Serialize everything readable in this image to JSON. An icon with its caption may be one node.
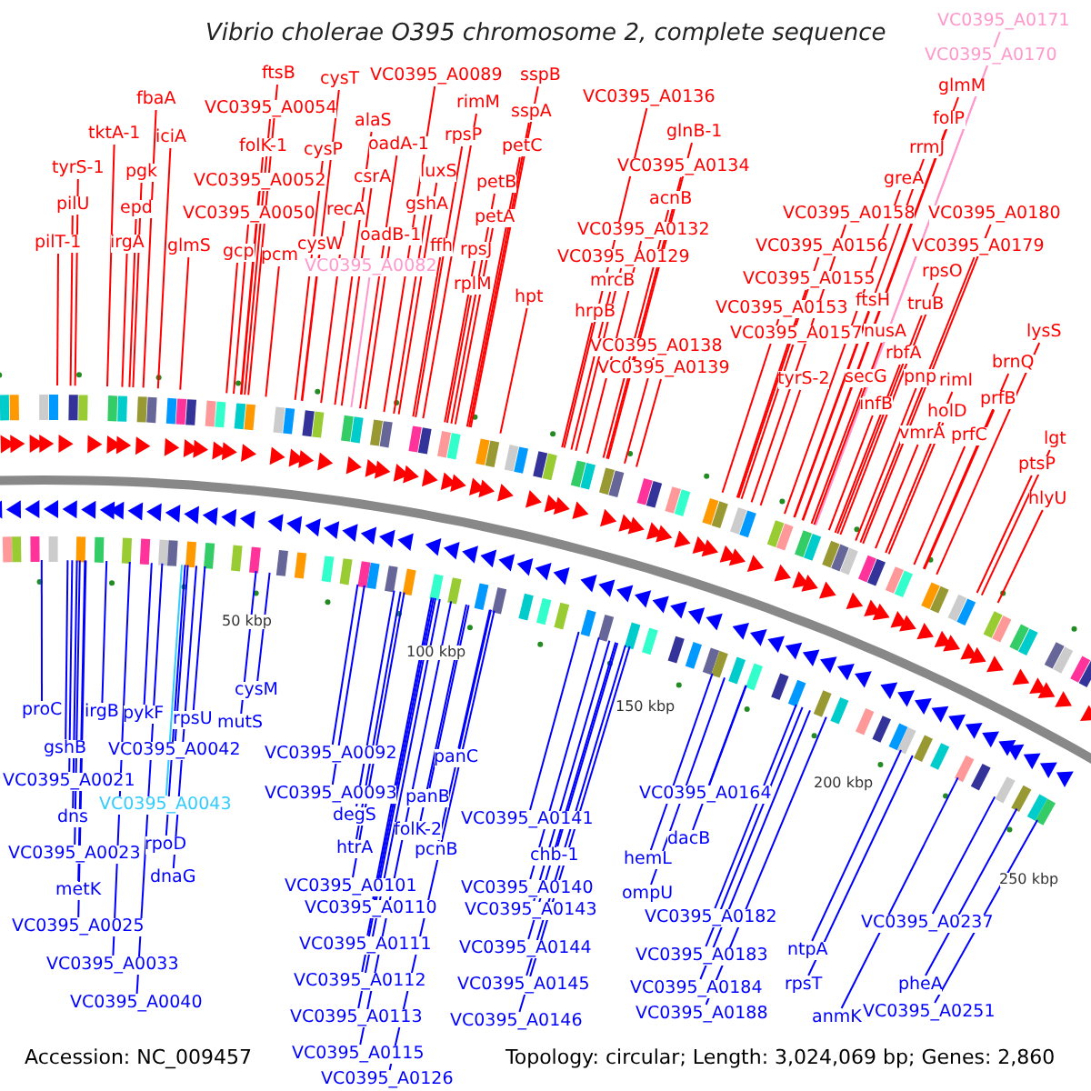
{
  "diagram": {
    "title": "Vibrio cholerae O395 chromosome 2, complete sequence",
    "nodes": [
      {
        "text": [
          "pilT-1"
        ]
      },
      {
        "text": [
          "pilU"
        ]
      },
      {
        "text": [
          "tyrS-1"
        ]
      },
      {
        "text": [
          "tktA-1"
        ]
      },
      {
        "text": [
          "fbaA"
        ]
      },
      {
        "text": [
          "iciA"
        ]
      },
      {
        "text": [
          "pgk"
        ]
      },
      {
        "text": [
          "epd"
        ]
      },
      {
        "text": [
          "irgA"
        ]
      },
      {
        "text": [
          "glmS"
        ]
      },
      {
        "text": [
          "ftsB"
        ]
      },
      {
        "text": [
          "VC0395_A0054"
        ]
      },
      {
        "text": [
          "folK-1"
        ]
      },
      {
        "text": [
          "VC0395_A0052"
        ]
      },
      {
        "text": [
          "VC0395_A0050"
        ]
      },
      {
        "text": [
          "gcp"
        ]
      },
      {
        "text": [
          "pcm"
        ]
      },
      {
        "text": [
          "cysT"
        ]
      },
      {
        "text": [
          "cysP"
        ]
      },
      {
        "text": [
          "recA"
        ]
      },
      {
        "text": [
          "cysW"
        ]
      },
      {
        "text": [
          "alaS"
        ]
      },
      {
        "text": [
          "oadA-1"
        ]
      },
      {
        "text": [
          "csrA"
        ]
      },
      {
        "text": [
          "oadB-1"
        ]
      },
      {
        "text": [
          "VC0395_A0082"
        ]
      },
      {
        "text": [
          "VC0395_A0089"
        ]
      },
      {
        "text": [
          "rimM"
        ]
      },
      {
        "text": [
          "rpsP"
        ]
      },
      {
        "text": [
          "luxS"
        ]
      },
      {
        "text": [
          "gshA"
        ]
      },
      {
        "text": [
          "ffh"
        ]
      },
      {
        "text": [
          "rpsJ"
        ]
      },
      {
        "text": [
          "rplM"
        ]
      },
      {
        "text": [
          "sspB"
        ]
      },
      {
        "text": [
          "sspA"
        ]
      },
      {
        "text": [
          "petC"
        ]
      },
      {
        "text": [
          "petB"
        ]
      },
      {
        "text": [
          "petA"
        ]
      },
      {
        "text": [
          "hpt"
        ]
      },
      {
        "text": [
          "VC0395_A0136"
        ]
      },
      {
        "text": [
          "glnB-1"
        ]
      },
      {
        "text": [
          "VC0395_A0134"
        ]
      },
      {
        "text": [
          "acnB"
        ]
      },
      {
        "text": [
          "VC0395_A0132"
        ]
      },
      {
        "text": [
          "VC0395_A0129"
        ]
      },
      {
        "text": [
          "mrcB"
        ]
      },
      {
        "text": [
          "hrpB"
        ]
      },
      {
        "text": [
          "VC0395_A0138"
        ]
      },
      {
        "text": [
          "VC0395_A0139"
        ]
      },
      {
        "text": [
          "VC0395_A0171"
        ]
      },
      {
        "text": [
          "VC0395_A0170"
        ]
      },
      {
        "text": [
          "glmM"
        ]
      },
      {
        "text": [
          "folP"
        ]
      },
      {
        "text": [
          "rrmJ"
        ]
      },
      {
        "text": [
          "greA"
        ]
      },
      {
        "text": [
          "VC0395_A0158"
        ]
      },
      {
        "text": [
          "VC0395_A0180"
        ]
      },
      {
        "text": [
          "VC0395_A0156"
        ]
      },
      {
        "text": [
          "VC0395_A0179"
        ]
      },
      {
        "text": [
          "VC0395_A0155"
        ]
      },
      {
        "text": [
          "rpsO"
        ]
      },
      {
        "text": [
          "VC0395_A0153"
        ]
      },
      {
        "text": [
          "ftsH"
        ]
      },
      {
        "text": [
          "truB"
        ]
      },
      {
        "text": [
          "VC0395_A0157"
        ]
      },
      {
        "text": [
          "nusA"
        ]
      },
      {
        "text": [
          "lysS"
        ]
      },
      {
        "text": [
          "rbfA"
        ]
      },
      {
        "text": [
          "brnQ"
        ]
      },
      {
        "text": [
          "tyrS-2"
        ]
      },
      {
        "text": [
          "secG"
        ]
      },
      {
        "text": [
          "pnp"
        ]
      },
      {
        "text": [
          "rimI"
        ]
      },
      {
        "text": [
          "prfB"
        ]
      },
      {
        "text": [
          "infB"
        ]
      },
      {
        "text": [
          "holD"
        ]
      },
      {
        "text": [
          "vmrA"
        ]
      },
      {
        "text": [
          "prfC"
        ]
      },
      {
        "text": [
          "lgt"
        ]
      },
      {
        "text": [
          "ptsP"
        ]
      },
      {
        "text": [
          "hlyU"
        ]
      },
      {
        "text": [
          "proC"
        ]
      },
      {
        "text": [
          "irgB"
        ]
      },
      {
        "text": [
          "pykF"
        ]
      },
      {
        "text": [
          "rpsU"
        ]
      },
      {
        "text": [
          "cysM"
        ]
      },
      {
        "text": [
          "mutS"
        ]
      },
      {
        "text": [
          "gshB"
        ]
      },
      {
        "text": [
          "VC0395_A0042"
        ]
      },
      {
        "text": [
          "VC0395_A0021"
        ]
      },
      {
        "text": [
          "VC0395_A0043"
        ]
      },
      {
        "text": [
          "dns"
        ]
      },
      {
        "text": [
          "rpoD"
        ]
      },
      {
        "text": [
          "VC0395_A0023"
        ]
      },
      {
        "text": [
          "dnaG"
        ]
      },
      {
        "text": [
          "metK"
        ]
      },
      {
        "text": [
          "VC0395_A0025"
        ]
      },
      {
        "text": [
          "VC0395_A0033"
        ]
      },
      {
        "text": [
          "VC0395_A0040"
        ]
      },
      {
        "text": [
          "VC0395_A0092"
        ]
      },
      {
        "text": [
          "panC"
        ]
      },
      {
        "text": [
          "VC0395_A0093"
        ]
      },
      {
        "text": [
          "panB"
        ]
      },
      {
        "text": [
          "degS"
        ]
      },
      {
        "text": [
          "folK-2"
        ]
      },
      {
        "text": [
          "htrA"
        ]
      },
      {
        "text": [
          "pcnB"
        ]
      },
      {
        "text": [
          "VC0395_A0101"
        ]
      },
      {
        "text": [
          "VC0395_A0110"
        ]
      },
      {
        "text": [
          "VC0395_A0111"
        ]
      },
      {
        "text": [
          "VC0395_A0112"
        ]
      },
      {
        "text": [
          "VC0395_A0113"
        ]
      },
      {
        "text": [
          "VC0395_A0115"
        ]
      },
      {
        "text": [
          "VC0395_A0126"
        ]
      },
      {
        "text": [
          "VC0395_A0164"
        ]
      },
      {
        "text": [
          "VC0395_A0141"
        ]
      },
      {
        "text": [
          "dacB"
        ]
      },
      {
        "text": [
          "chb-1"
        ]
      },
      {
        "text": [
          "hemL"
        ]
      },
      {
        "text": [
          "VC0395_A0140"
        ]
      },
      {
        "text": [
          "ompU"
        ]
      },
      {
        "text": [
          "VC0395_A0143"
        ]
      },
      {
        "text": [
          "VC0395_A0182"
        ]
      },
      {
        "text": [
          "VC0395_A0183"
        ]
      },
      {
        "text": [
          "VC0395_A0144"
        ]
      },
      {
        "text": [
          "VC0395_A0145"
        ]
      },
      {
        "text": [
          "VC0395_A0184"
        ]
      },
      {
        "text": [
          "VC0395_A0188"
        ]
      },
      {
        "text": [
          "VC0395_A0146"
        ]
      },
      {
        "text": [
          "ntpA"
        ]
      },
      {
        "text": [
          "VC0395_A0237"
        ]
      },
      {
        "text": [
          "rpsT"
        ]
      },
      {
        "text": [
          "pheA"
        ]
      },
      {
        "text": [
          "anmK"
        ]
      },
      {
        "text": [
          "VC0395_A0251"
        ]
      }
    ],
    "edges": [
      {
        "from": 0,
        "to": null,
        "arrow": "none"
      },
      {
        "from": 1,
        "to": null,
        "arrow": "none"
      },
      {
        "from": 2,
        "to": null,
        "arrow": "none"
      },
      {
        "from": 3,
        "to": null,
        "arrow": "none"
      },
      {
        "from": 4,
        "to": null,
        "arrow": "none"
      },
      {
        "from": 5,
        "to": null,
        "arrow": "none"
      },
      {
        "from": 6,
        "to": null,
        "arrow": "none"
      },
      {
        "from": 7,
        "to": null,
        "arrow": "none"
      },
      {
        "from": 8,
        "to": null,
        "arrow": "none"
      },
      {
        "from": 9,
        "to": null,
        "arrow": "none"
      },
      {
        "from": 10,
        "to": null,
        "arrow": "none"
      },
      {
        "from": 11,
        "to": null,
        "arrow": "none"
      },
      {
        "from": 12,
        "to": null,
        "arrow": "none"
      },
      {
        "from": 13,
        "to": null,
        "arrow": "none"
      },
      {
        "from": 14,
        "to": null,
        "arrow": "none"
      },
      {
        "from": 15,
        "to": null,
        "arrow": "none"
      },
      {
        "from": 16,
        "to": null,
        "arrow": "none"
      },
      {
        "from": 17,
        "to": null,
        "arrow": "none"
      },
      {
        "from": 18,
        "to": null,
        "arrow": "none"
      },
      {
        "from": 19,
        "to": null,
        "arrow": "none"
      },
      {
        "from": 20,
        "to": null,
        "arrow": "none"
      },
      {
        "from": 21,
        "to": null,
        "arrow": "none"
      },
      {
        "from": 22,
        "to": null,
        "arrow": "none"
      },
      {
        "from": 23,
        "to": null,
        "arrow": "none"
      },
      {
        "from": 24,
        "to": null,
        "arrow": "none"
      },
      {
        "from": 25,
        "to": null,
        "arrow": "none",
        "color": "#ff99cc"
      },
      {
        "from": 26,
        "to": null,
        "arrow": "none"
      },
      {
        "from": 27,
        "to": null,
        "arrow": "none"
      },
      {
        "from": 28,
        "to": null,
        "arrow": "none"
      },
      {
        "from": 29,
        "to": null,
        "arrow": "none"
      },
      {
        "from": 30,
        "to": null,
        "arrow": "none"
      },
      {
        "from": 31,
        "to": null,
        "arrow": "none"
      },
      {
        "from": 32,
        "to": null,
        "arrow": "none"
      },
      {
        "from": 33,
        "to": null,
        "arrow": "none"
      },
      {
        "from": 34,
        "to": null,
        "arrow": "none"
      },
      {
        "from": 35,
        "to": null,
        "arrow": "none"
      },
      {
        "from": 36,
        "to": null,
        "arrow": "none"
      },
      {
        "from": 37,
        "to": null,
        "arrow": "none"
      },
      {
        "from": 38,
        "to": null,
        "arrow": "none"
      },
      {
        "from": 39,
        "to": null,
        "arrow": "none"
      },
      {
        "from": 40,
        "to": null,
        "arrow": "none"
      },
      {
        "from": 41,
        "to": null,
        "arrow": "none"
      },
      {
        "from": 42,
        "to": null,
        "arrow": "none"
      },
      {
        "from": 43,
        "to": null,
        "arrow": "none"
      },
      {
        "from": 44,
        "to": null,
        "arrow": "none"
      },
      {
        "from": 45,
        "to": null,
        "arrow": "none"
      },
      {
        "from": 46,
        "to": null,
        "arrow": "none"
      },
      {
        "from": 47,
        "to": null,
        "arrow": "none"
      },
      {
        "from": 48,
        "to": null,
        "arrow": "none"
      },
      {
        "from": 49,
        "to": null,
        "arrow": "none"
      },
      {
        "from": 50,
        "to": null,
        "arrow": "none",
        "color": "#ff99cc"
      },
      {
        "from": 51,
        "to": null,
        "arrow": "none",
        "color": "#ff99cc"
      },
      {
        "from": 52,
        "to": null,
        "arrow": "none"
      },
      {
        "from": 53,
        "to": null,
        "arrow": "none"
      },
      {
        "from": 54,
        "to": null,
        "arrow": "none"
      },
      {
        "from": 55,
        "to": null,
        "arrow": "none"
      },
      {
        "from": 56,
        "to": null,
        "arrow": "none"
      },
      {
        "from": 57,
        "to": null,
        "arrow": "none"
      },
      {
        "from": 58,
        "to": null,
        "arrow": "none"
      },
      {
        "from": 59,
        "to": null,
        "arrow": "none"
      },
      {
        "from": 60,
        "to": null,
        "arrow": "none"
      },
      {
        "from": 61,
        "to": null,
        "arrow": "none"
      },
      {
        "from": 62,
        "to": null,
        "arrow": "none"
      },
      {
        "from": 63,
        "to": null,
        "arrow": "none"
      },
      {
        "from": 64,
        "to": null,
        "arrow": "none"
      },
      {
        "from": 65,
        "to": null,
        "arrow": "none"
      },
      {
        "from": 66,
        "to": null,
        "arrow": "none"
      },
      {
        "from": 67,
        "to": null,
        "arrow": "none"
      },
      {
        "from": 68,
        "to": null,
        "arrow": "none"
      },
      {
        "from": 69,
        "to": null,
        "arrow": "none"
      },
      {
        "from": 70,
        "to": null,
        "arrow": "none"
      },
      {
        "from": 71,
        "to": null,
        "arrow": "none"
      },
      {
        "from": 72,
        "to": null,
        "arrow": "none"
      },
      {
        "from": 73,
        "to": null,
        "arrow": "none"
      },
      {
        "from": 74,
        "to": null,
        "arrow": "none"
      },
      {
        "from": 75,
        "to": null,
        "arrow": "none"
      },
      {
        "from": 76,
        "to": null,
        "arrow": "none"
      },
      {
        "from": 77,
        "to": null,
        "arrow": "none"
      },
      {
        "from": 78,
        "to": null,
        "arrow": "none"
      },
      {
        "from": 79,
        "to": null,
        "arrow": "none"
      },
      {
        "from": 80,
        "to": null,
        "arrow": "none"
      },
      {
        "from": 81,
        "to": null,
        "arrow": "none"
      },
      {
        "from": 82,
        "to": null,
        "arrow": "none",
        "color": "#0000ff"
      },
      {
        "from": 83,
        "to": null,
        "arrow": "none",
        "color": "#0000ff"
      },
      {
        "from": 84,
        "to": null,
        "arrow": "none",
        "color": "#0000ff"
      },
      {
        "from": 85,
        "to": null,
        "arrow": "none",
        "color": "#0000ff"
      },
      {
        "from": 86,
        "to": null,
        "arrow": "none",
        "color": "#0000ff"
      },
      {
        "from": 87,
        "to": null,
        "arrow": "none",
        "color": "#0000ff"
      },
      {
        "from": 88,
        "to": null,
        "arrow": "none",
        "color": "#0000ff"
      },
      {
        "from": 89,
        "to": null,
        "arrow": "none",
        "color": "#0000ff"
      },
      {
        "from": 90,
        "to": null,
        "arrow": "none",
        "color": "#0000ff"
      },
      {
        "from": 91,
        "to": null,
        "arrow": "none",
        "color": "#33ccff"
      },
      {
        "from": 92,
        "to": null,
        "arrow": "none",
        "color": "#0000ff"
      },
      {
        "from": 93,
        "to": null,
        "arrow": "none",
        "color": "#0000ff"
      },
      {
        "from": 94,
        "to": null,
        "arrow": "none",
        "color": "#0000ff"
      },
      {
        "from": 95,
        "to": null,
        "arrow": "none",
        "color": "#0000ff"
      },
      {
        "from": 96,
        "to": null,
        "arrow": "none",
        "color": "#0000ff"
      },
      {
        "from": 97,
        "to": null,
        "arrow": "none",
        "color": "#0000ff"
      },
      {
        "from": 98,
        "to": null,
        "arrow": "none",
        "color": "#0000ff"
      },
      {
        "from": 99,
        "to": null,
        "arrow": "none",
        "color": "#0000ff"
      },
      {
        "from": 100,
        "to": null,
        "arrow": "none",
        "color": "#0000ff"
      },
      {
        "from": 101,
        "to": null,
        "arrow": "none",
        "color": "#0000ff"
      },
      {
        "from": 102,
        "to": null,
        "arrow": "none",
        "color": "#0000ff"
      },
      {
        "from": 103,
        "to": null,
        "arrow": "none",
        "color": "#0000ff"
      },
      {
        "from": 104,
        "to": null,
        "arrow": "none",
        "color": "#0000ff"
      },
      {
        "from": 105,
        "to": null,
        "arrow": "none",
        "color": "#0000ff"
      },
      {
        "from": 106,
        "to": null,
        "arrow": "none",
        "color": "#0000ff"
      },
      {
        "from": 107,
        "to": null,
        "arrow": "none",
        "color": "#0000ff"
      },
      {
        "from": 108,
        "to": null,
        "arrow": "none",
        "color": "#0000ff"
      },
      {
        "from": 109,
        "to": null,
        "arrow": "none",
        "color": "#0000ff"
      },
      {
        "from": 110,
        "to": null,
        "arrow": "none",
        "color": "#0000ff"
      },
      {
        "from": 111,
        "to": null,
        "arrow": "none",
        "color": "#0000ff"
      },
      {
        "from": 112,
        "to": null,
        "arrow": "none",
        "color": "#0000ff"
      },
      {
        "from": 113,
        "to": null,
        "arrow": "none",
        "color": "#0000ff"
      },
      {
        "from": 114,
        "to": null,
        "arrow": "none",
        "color": "#0000ff"
      },
      {
        "from": 115,
        "to": null,
        "arrow": "none",
        "color": "#0000ff"
      },
      {
        "from": 116,
        "to": null,
        "arrow": "none",
        "color": "#0000ff"
      },
      {
        "from": 117,
        "to": null,
        "arrow": "none",
        "color": "#0000ff"
      },
      {
        "from": 118,
        "to": null,
        "arrow": "none",
        "color": "#0000ff"
      },
      {
        "from": 119,
        "to": null,
        "arrow": "none",
        "color": "#0000ff"
      },
      {
        "from": 120,
        "to": null,
        "arrow": "none",
        "color": "#0000ff"
      },
      {
        "from": 121,
        "to": null,
        "arrow": "none",
        "color": "#0000ff"
      },
      {
        "from": 122,
        "to": null,
        "arrow": "none",
        "color": "#0000ff"
      },
      {
        "from": 123,
        "to": null,
        "arrow": "none",
        "color": "#0000ff"
      },
      {
        "from": 124,
        "to": null,
        "arrow": "none",
        "color": "#0000ff"
      },
      {
        "from": 125,
        "to": null,
        "arrow": "none",
        "color": "#0000ff"
      },
      {
        "from": 126,
        "to": null,
        "arrow": "none",
        "color": "#0000ff"
      },
      {
        "from": 127,
        "to": null,
        "arrow": "none",
        "color": "#0000ff"
      },
      {
        "from": 128,
        "to": null,
        "arrow": "none",
        "color": "#0000ff"
      },
      {
        "from": 129,
        "to": null,
        "arrow": "none",
        "color": "#0000ff"
      },
      {
        "from": 130,
        "to": null,
        "arrow": "none",
        "color": "#0000ff"
      },
      {
        "from": 131,
        "to": null,
        "arrow": "none",
        "color": "#0000ff"
      },
      {
        "from": 132,
        "to": null,
        "arrow": "none",
        "color": "#0000ff"
      },
      {
        "from": 133,
        "to": null,
        "arrow": "none",
        "color": "#0000ff"
      },
      {
        "from": 134,
        "to": null,
        "arrow": "none",
        "color": "#0000ff"
      },
      {
        "from": 135,
        "to": null,
        "arrow": "none",
        "color": "#0000ff"
      }
    ],
    "labels": [
      "50 kbp",
      "100 kbp",
      "150 kbp",
      "200 kbp",
      "250 kbp",
      "Accession: NC_009457",
      "Topology: circular; Length: 3,024,069 bp; Genes: 2,860"
    ]
  }
}
